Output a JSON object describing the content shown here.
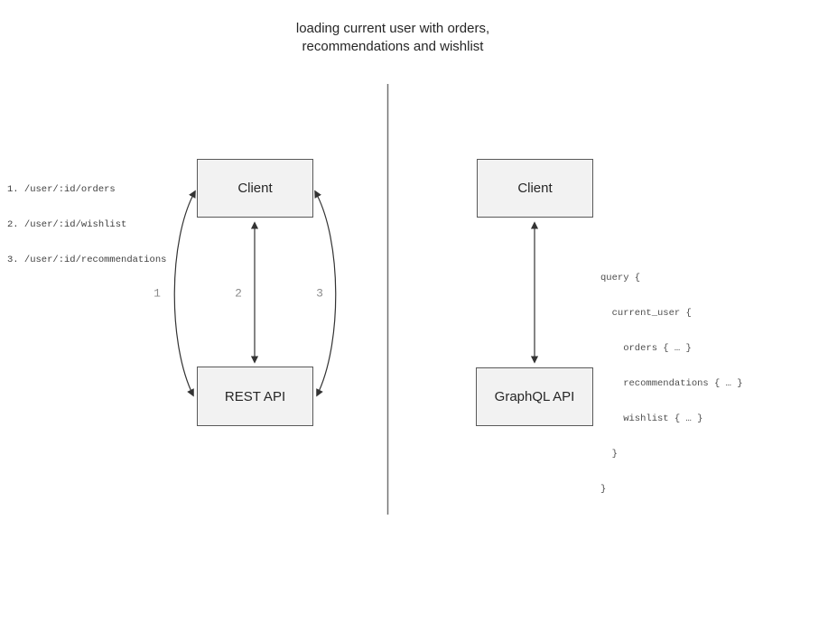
{
  "title": {
    "line1": "loading current user with orders,",
    "line2": "recommendations and wishlist"
  },
  "colors": {
    "box_fill": "#f2f2f2",
    "box_border": "#595959",
    "arrow": "#333333",
    "divider": "#737373",
    "arrow_label_text": "#8c8c8c",
    "code_text": "#4d4d4d",
    "endpoint_text": "#404040",
    "title_text": "#262626"
  },
  "left_panel": {
    "endpoints": [
      "1. /user/:id/orders",
      "2. /user/:id/wishlist",
      "3. /user/:id/recommendations"
    ],
    "client_label": "Client",
    "api_label": "REST API",
    "arrow_labels": [
      "1",
      "2",
      "3"
    ]
  },
  "right_panel": {
    "client_label": "Client",
    "api_label": "GraphQL API",
    "query_lines": [
      "query {",
      "  current_user {",
      "    orders { … }",
      "    recommendations { … }",
      "    wishlist { … }",
      "  }",
      "}"
    ]
  }
}
